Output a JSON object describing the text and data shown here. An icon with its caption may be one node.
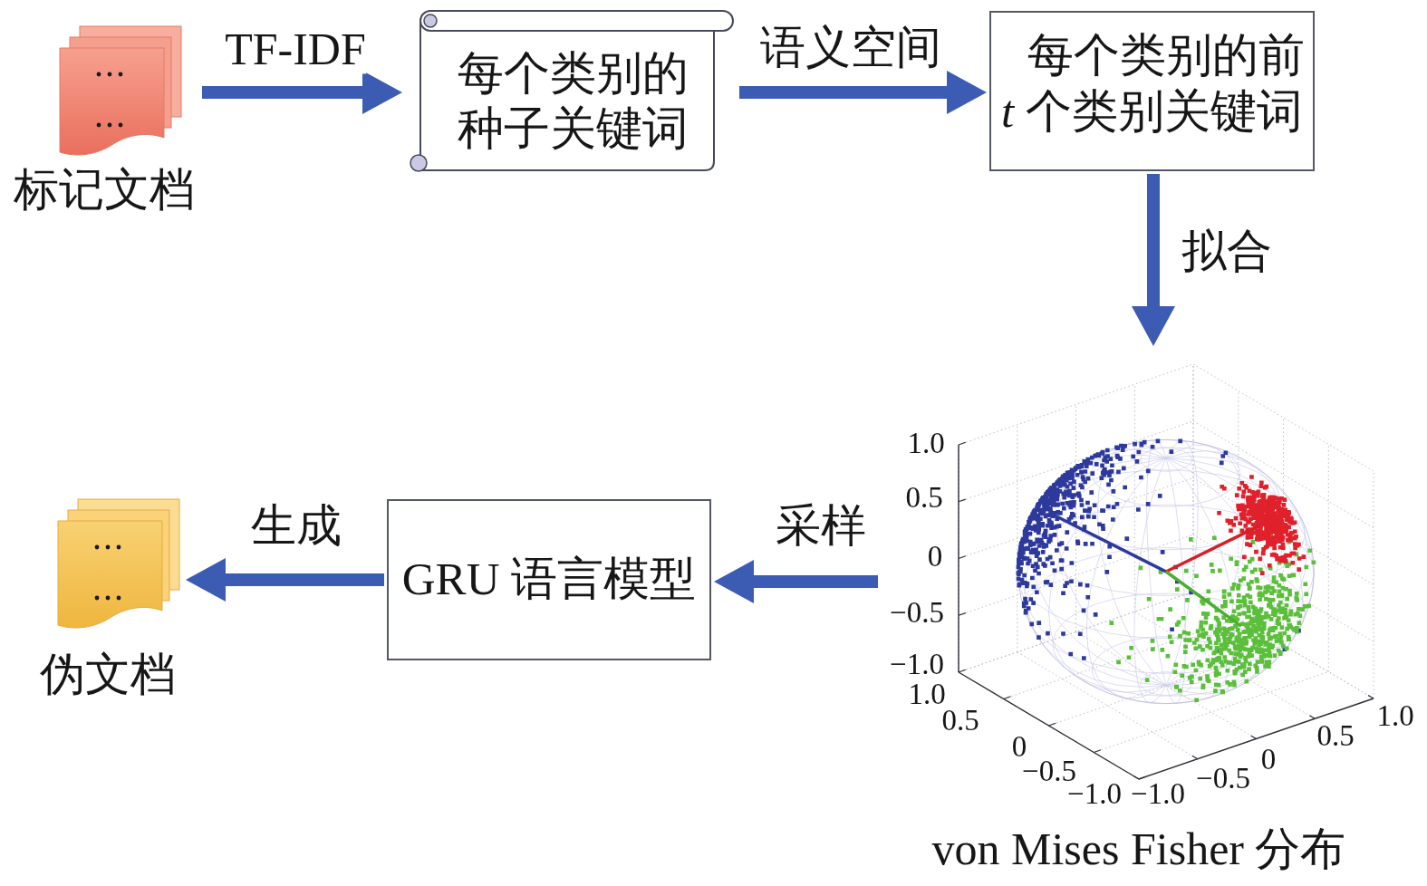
{
  "diagram": {
    "nodes": [
      {
        "text": [
          "标记文档"
        ]
      },
      {
        "text": [
          "每个类别的种子关键词"
        ]
      },
      {
        "text": [
          "每个类别的前 *t* 个类别关键词"
        ]
      },
      {
        "text": [
          "von Mises Fisher 分布"
        ]
      },
      {
        "text": [
          "GRU 语言模型"
        ]
      },
      {
        "text": [
          "伪文档"
        ]
      }
    ],
    "edges": [
      {
        "from": 0,
        "to": 1,
        "arrow": "to",
        "label": "TF-IDF"
      },
      {
        "from": 1,
        "to": 2,
        "arrow": "to",
        "label": "语义空间"
      },
      {
        "from": 2,
        "to": 3,
        "arrow": "to",
        "label": "拟合"
      },
      {
        "from": 3,
        "to": 4,
        "arrow": "to",
        "label": "采样"
      },
      {
        "from": 4,
        "to": 5,
        "arrow": "to",
        "label": "生成"
      }
    ],
    "labels": [
      "1.0",
      "0.5",
      "0",
      "−0.5",
      "−1.0",
      "1.0",
      "0.5",
      "0",
      "−0.5",
      "−1.0",
      "−1.0",
      "−0.5",
      "0",
      "0.5",
      "1.0"
    ]
  }
}
